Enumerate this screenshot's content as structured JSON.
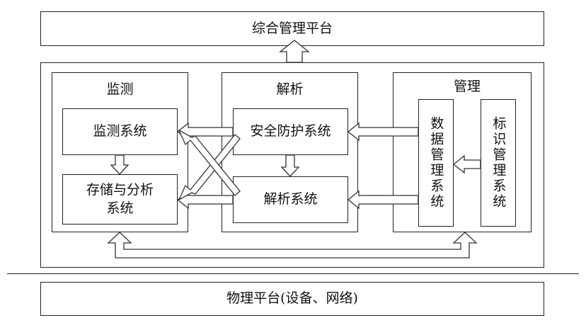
{
  "top": {
    "title": "综合管理平台"
  },
  "monitor": {
    "label": "监测",
    "monitor_system": "监测系统",
    "storage_line1": "存储与分析",
    "storage_line2": "系统"
  },
  "parse": {
    "label": "解析",
    "security_system": "安全防护系统",
    "parse_system": "解析系统"
  },
  "manage": {
    "label": "管理",
    "data_mgmt": "数据管理系统",
    "id_mgmt": "标识管理系统"
  },
  "bottom": {
    "title": "物理平台(设备、网络)"
  }
}
